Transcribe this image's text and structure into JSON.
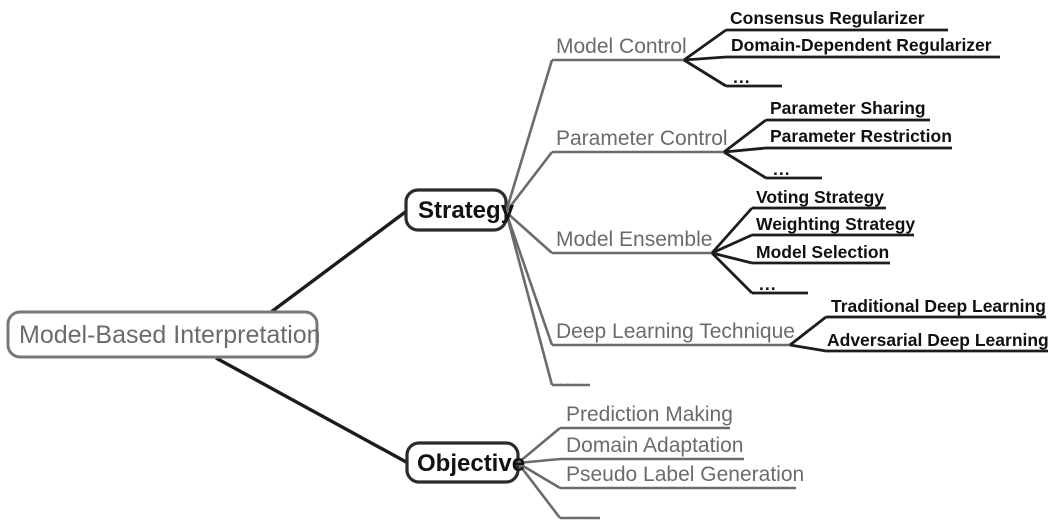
{
  "diagram": {
    "type": "mind-map",
    "root": {
      "label": "Model-Based Interpretation",
      "text_color": "#6b6b6b",
      "border_color": "#787878"
    },
    "branches": [
      {
        "label": "Strategy",
        "text_color": "#111111",
        "border_color": "#2b2b2b",
        "children": [
          {
            "label": "Model Control",
            "children": [
              {
                "label": "Consensus Regularizer"
              },
              {
                "label": "Domain-Dependent Regularizer"
              },
              {
                "label": "..."
              }
            ]
          },
          {
            "label": "Parameter Control",
            "children": [
              {
                "label": "Parameter Sharing"
              },
              {
                "label": "Parameter Restriction"
              },
              {
                "label": "..."
              }
            ]
          },
          {
            "label": "Model Ensemble",
            "children": [
              {
                "label": "Voting Strategy"
              },
              {
                "label": "Weighting Strategy"
              },
              {
                "label": "Model Selection"
              },
              {
                "label": "..."
              }
            ]
          },
          {
            "label": "Deep Learning Technique",
            "children": [
              {
                "label": "Traditional Deep Learning"
              },
              {
                "label": "Adversarial Deep Learning"
              }
            ]
          },
          {
            "label": "...",
            "children": []
          }
        ]
      },
      {
        "label": "Objective",
        "text_color": "#111111",
        "border_color": "#2b2b2b",
        "children": [
          {
            "label": "Prediction Making",
            "children": []
          },
          {
            "label": "Domain Adaptation",
            "children": []
          },
          {
            "label": "Pseudo Label Generation",
            "children": []
          },
          {
            "label": "...",
            "children": []
          }
        ]
      }
    ],
    "colors": {
      "level2_gray": "#6b6b6b",
      "level3_black": "#1c1c1c",
      "background": "#ffffff"
    }
  }
}
